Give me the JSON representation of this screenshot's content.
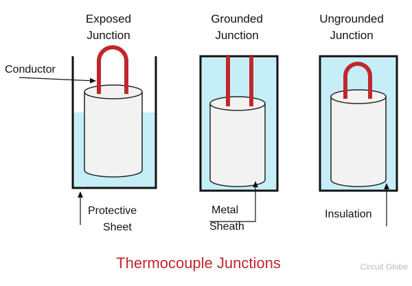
{
  "junctions": [
    {
      "title_line1": "Exposed",
      "title_line2": "Junction"
    },
    {
      "title_line1": "Grounded",
      "title_line2": "Junction"
    },
    {
      "title_line1": "Ungrounded",
      "title_line2": "Junction"
    }
  ],
  "labels": {
    "conductor": "Conductor",
    "protective_line1": "Protective",
    "protective_line2": "Sheet",
    "metal_line1": "Metal",
    "metal_line2": "Sheath",
    "insulation": "Insulation"
  },
  "title": "Thermocouple Junctions",
  "watermark": "Circuit Globe",
  "colors": {
    "conductor": "#c0272d",
    "fluid": "#c6eef6",
    "cylinder_fill": "#f2f2f2",
    "outline": "#111111",
    "title": "#c0272d",
    "watermark": "#b8b8b8"
  }
}
